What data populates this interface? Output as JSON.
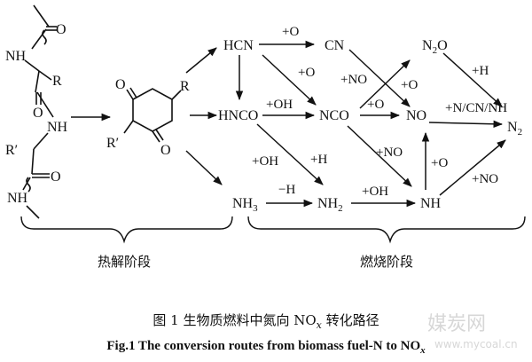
{
  "species": {
    "hcn": "HCN",
    "cn": "CN",
    "n2o_main": "N",
    "n2o_sub": "2",
    "n2o_tail": "O",
    "hnco": "HNCO",
    "nco": "NCO",
    "no": "NO",
    "n2_main": "N",
    "n2_sub": "2",
    "nh3_main": "NH",
    "nh3_sub": "3",
    "nh2_main": "NH",
    "nh2_sub": "2",
    "nh": "NH"
  },
  "reactants": {
    "plus_o_1": "+O",
    "plus_o_2": "+O",
    "plus_no_1": "+NO",
    "plus_o_3": "+O",
    "plus_h_1": "+H",
    "plus_oh_1": "+OH",
    "plus_o_4": "+O",
    "plus_n_cn_nh": "+N/CN/NH",
    "plus_oh_2": "+OH",
    "plus_h_2": "+H",
    "plus_no_2": "+NO",
    "minus_h": "−H",
    "plus_oh_3": "+OH",
    "plus_o_5": "+O",
    "plus_no_3": "+NO"
  },
  "structure": {
    "o1": "O",
    "nh1": "NH",
    "r1": "R",
    "o2": "O",
    "nh2": "NH",
    "r2": "R′",
    "o3": "O",
    "nh3": "NH",
    "ring_o1": "O",
    "ring_r1": "R",
    "ring_r2": "R′",
    "ring_o2": "O"
  },
  "stages": {
    "pyrolysis": "热解阶段",
    "combustion": "燃烧阶段"
  },
  "caption": {
    "cn_prefix": "图 1  生物质燃料中氮向 NO",
    "cn_x": "x",
    "cn_suffix": " 转化路径",
    "en_prefix": "Fig.1 The conversion routes from biomass fuel-N to NO",
    "en_x": "x"
  },
  "watermark": {
    "cn": "媒炭网",
    "url": "www.mycoal.cn"
  }
}
